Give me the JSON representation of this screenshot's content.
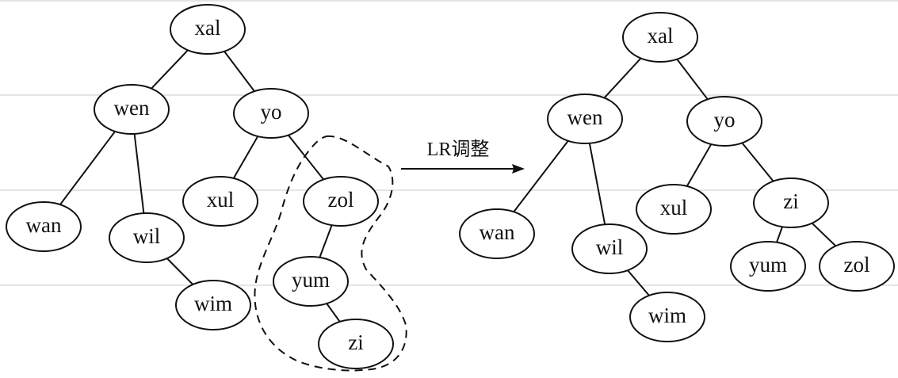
{
  "diagram": {
    "before_tree": {
      "nodes": [
        {
          "id": "b-xal",
          "label": "xal"
        },
        {
          "id": "b-wen",
          "label": "wen"
        },
        {
          "id": "b-yo",
          "label": "yo"
        },
        {
          "id": "b-wan",
          "label": "wan"
        },
        {
          "id": "b-wil",
          "label": "wil"
        },
        {
          "id": "b-wim",
          "label": "wim"
        },
        {
          "id": "b-xul",
          "label": "xul"
        },
        {
          "id": "b-zol",
          "label": "zol"
        },
        {
          "id": "b-yum",
          "label": "yum"
        },
        {
          "id": "b-zi",
          "label": "zi"
        }
      ],
      "edges": [
        [
          "b-xal",
          "b-wen"
        ],
        [
          "b-xal",
          "b-yo"
        ],
        [
          "b-wen",
          "b-wan"
        ],
        [
          "b-wen",
          "b-wil"
        ],
        [
          "b-wil",
          "b-wim"
        ],
        [
          "b-yo",
          "b-xul"
        ],
        [
          "b-yo",
          "b-zol"
        ],
        [
          "b-zol",
          "b-yum"
        ],
        [
          "b-yum",
          "b-zi"
        ]
      ]
    },
    "arrow": {
      "label": "LR调整"
    },
    "after_tree": {
      "nodes": [
        {
          "id": "a-xal",
          "label": "xal"
        },
        {
          "id": "a-wen",
          "label": "wen"
        },
        {
          "id": "a-yo",
          "label": "yo"
        },
        {
          "id": "a-wan",
          "label": "wan"
        },
        {
          "id": "a-wil",
          "label": "wil"
        },
        {
          "id": "a-wim",
          "label": "wim"
        },
        {
          "id": "a-xul",
          "label": "xul"
        },
        {
          "id": "a-zi",
          "label": "zi"
        },
        {
          "id": "a-yum",
          "label": "yum"
        },
        {
          "id": "a-zol",
          "label": "zol"
        }
      ],
      "edges": [
        [
          "a-xal",
          "a-wen"
        ],
        [
          "a-xal",
          "a-yo"
        ],
        [
          "a-wen",
          "a-wan"
        ],
        [
          "a-wen",
          "a-wil"
        ],
        [
          "a-wil",
          "a-wim"
        ],
        [
          "a-yo",
          "a-xul"
        ],
        [
          "a-yo",
          "a-zi"
        ],
        [
          "a-zi",
          "a-yum"
        ],
        [
          "a-zi",
          "a-zol"
        ]
      ]
    }
  }
}
